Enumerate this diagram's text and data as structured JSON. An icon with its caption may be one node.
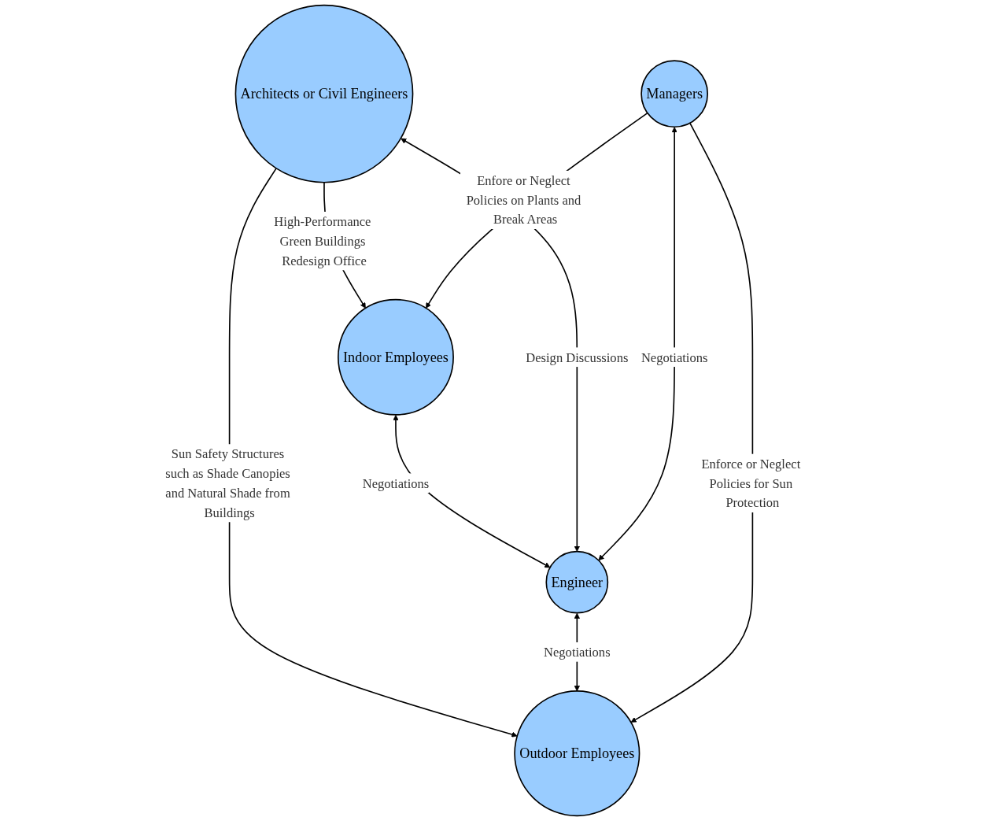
{
  "diagram": {
    "nodes": [
      {
        "text": [
          "Indoor Employees"
        ]
      },
      {
        "text": [
          "Architects or Civil Engineers"
        ]
      },
      {
        "text": [
          "Engineer"
        ]
      },
      {
        "text": [
          "Managers"
        ]
      },
      {
        "text": [
          "Outdoor Employees"
        ]
      }
    ],
    "edges": [
      {
        "from": 1,
        "to": 0,
        "arrow": "to",
        "label": "High-Performance Green Buildings Redesign Office"
      },
      {
        "from": 0,
        "to": 2,
        "arrow": "both",
        "label": "Negotiations"
      },
      {
        "from": 1,
        "to": 2,
        "arrow": "both",
        "label": "Design Discussions"
      },
      {
        "from": 3,
        "to": 0,
        "arrow": "to",
        "label": "Enfore or Neglect Policies on Plants and Break Areas"
      },
      {
        "from": 1,
        "to": 4,
        "arrow": "to",
        "label": "Sun Safety Structures such as Shade Canopies and Natural Shade from Buildings"
      },
      {
        "from": 3,
        "to": 2,
        "arrow": "both",
        "label": "Negotiations"
      },
      {
        "from": 2,
        "to": 4,
        "arrow": "both",
        "label": "Negotiations"
      },
      {
        "from": 3,
        "to": 4,
        "arrow": "to",
        "label": "Enforce or Neglect Policies for Sun Protection"
      }
    ]
  }
}
